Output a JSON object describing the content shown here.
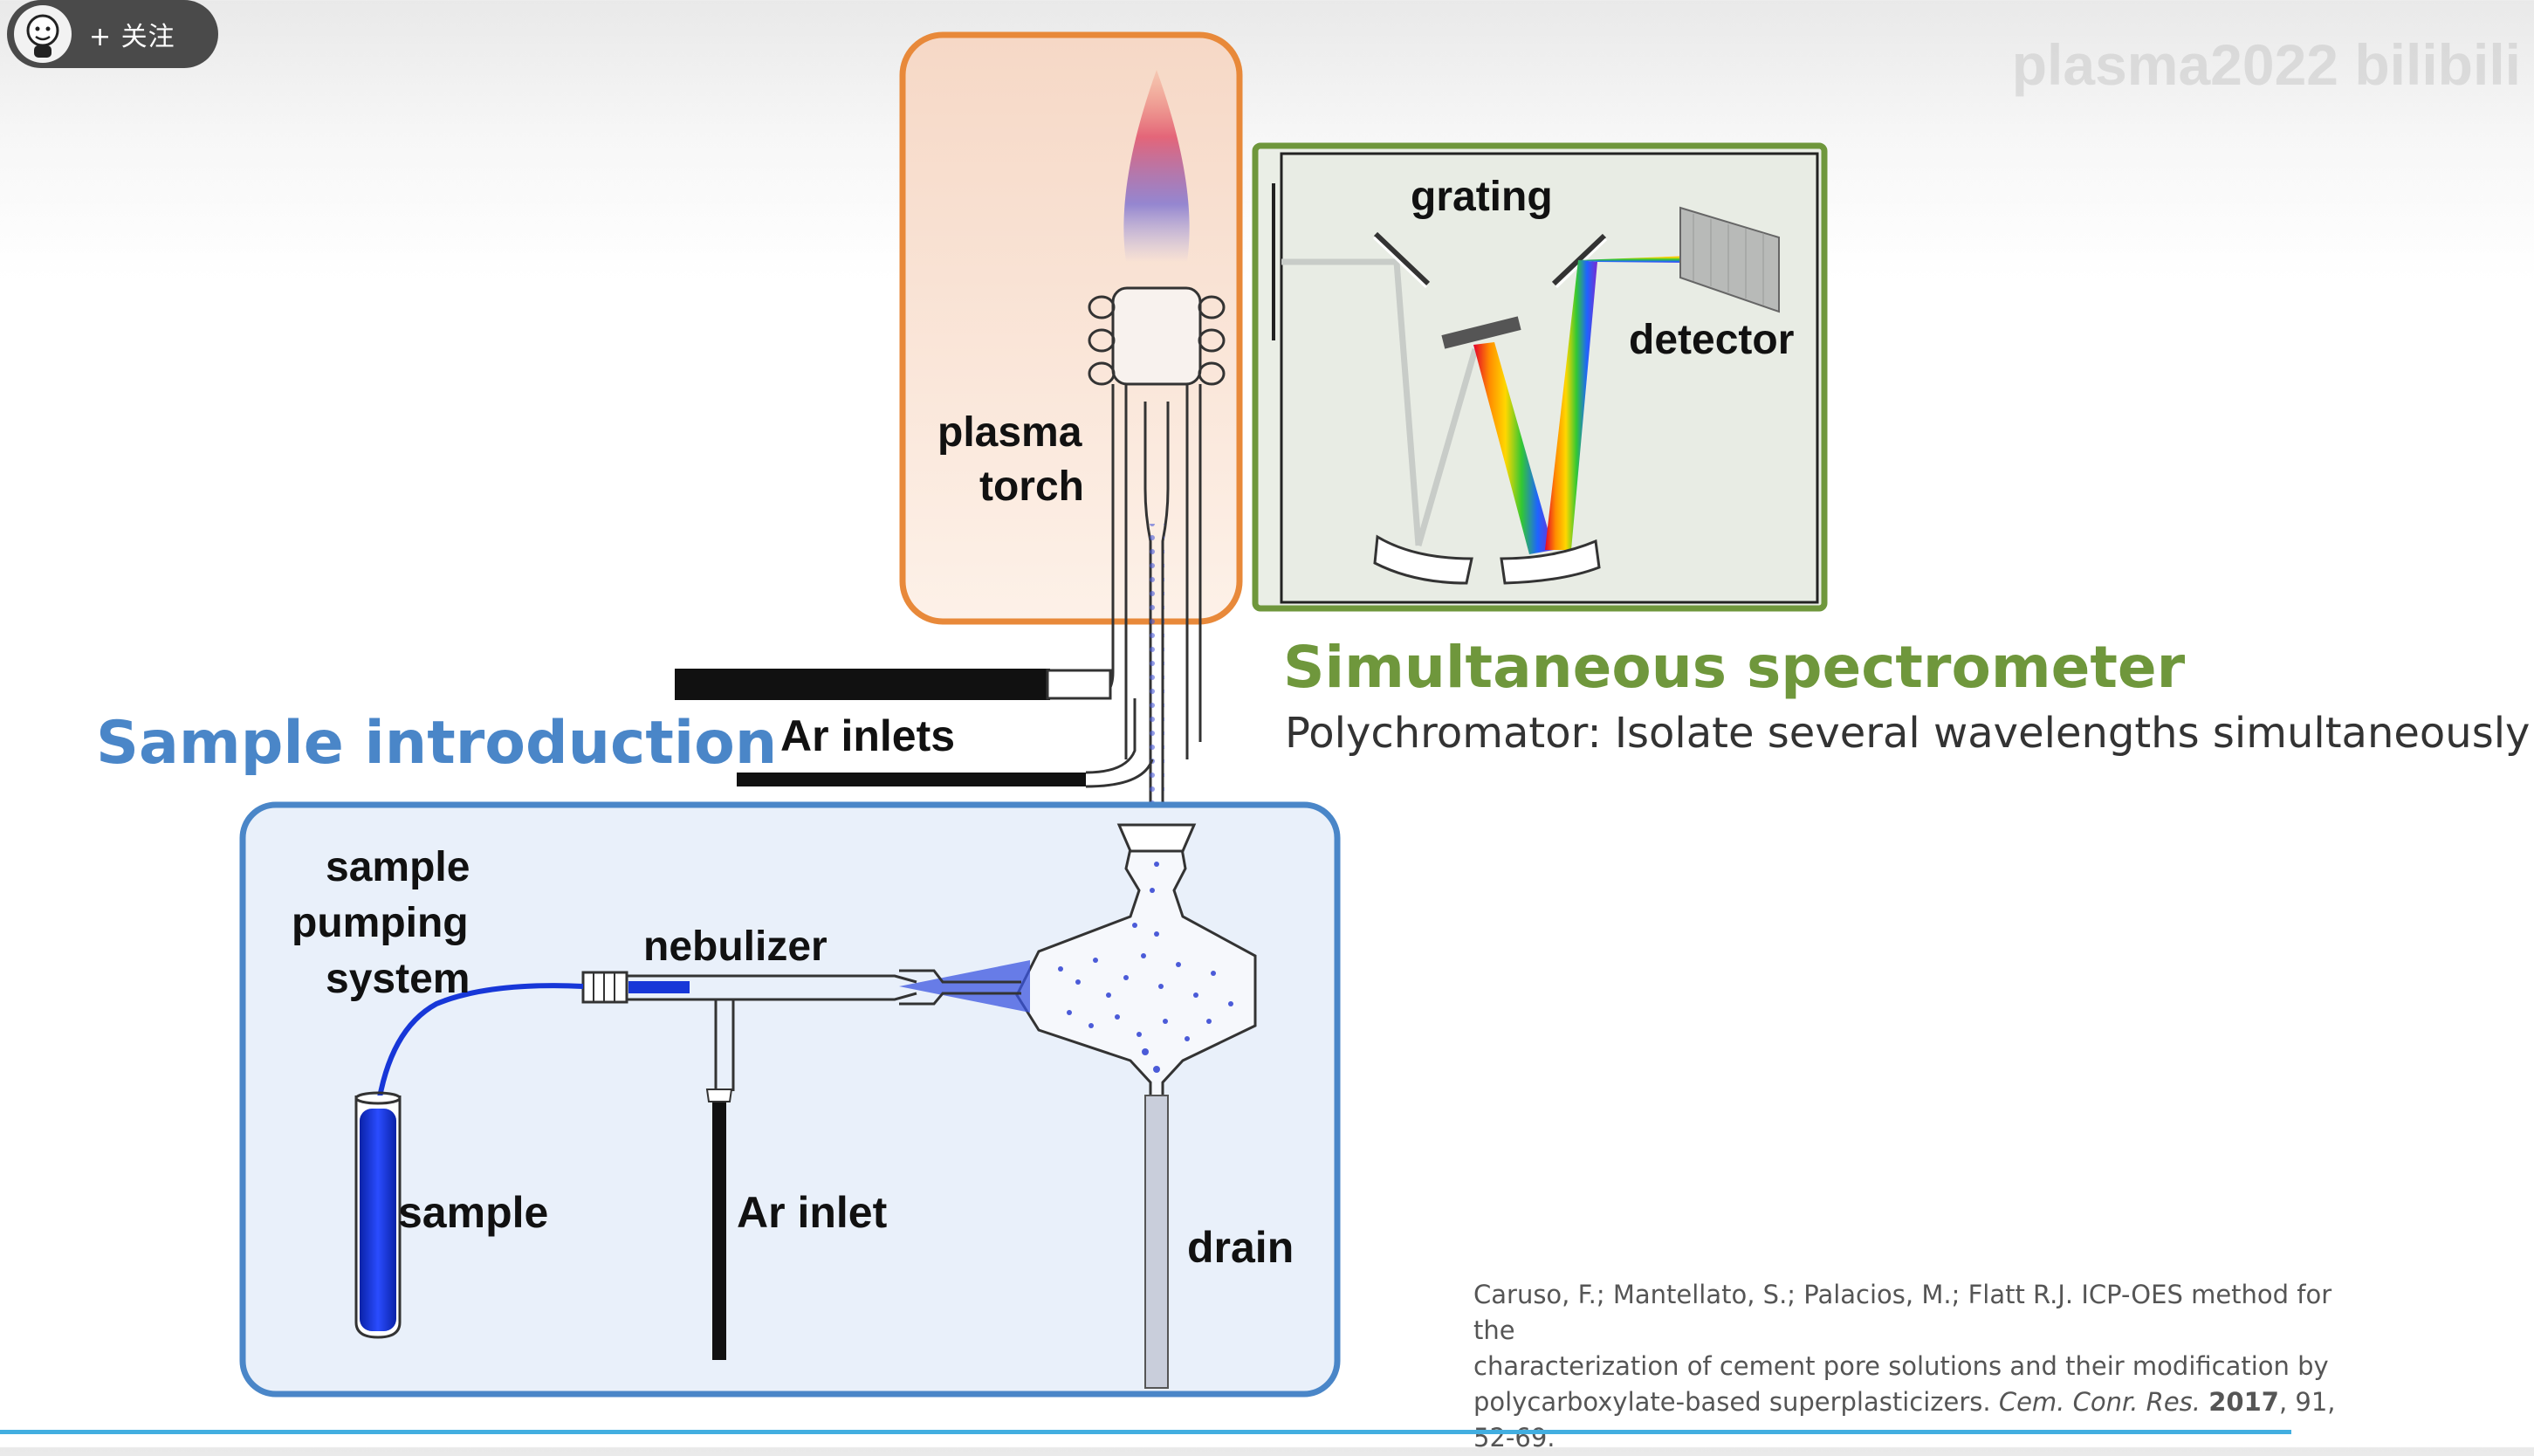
{
  "overlay": {
    "follow_label": "+ 关注",
    "watermark": "plasma2022 bilibili"
  },
  "diagram": {
    "labels": {
      "plasma": "plasma",
      "torch": "torch",
      "grating": "grating",
      "detector": "detector",
      "ar_inlets": "Ar inlets",
      "sample_pumping_1": "sample",
      "sample_pumping_2": "pumping",
      "sample_pumping_3": "system",
      "nebulizer": "nebulizer",
      "sample": "sample",
      "ar_inlet": "Ar inlet",
      "drain": "drain"
    },
    "colors": {
      "torch_box": "#e8893a",
      "spectrometer_box": "#6f973c",
      "sample_box": "#4a86c8",
      "sample_liquid": "#1737d8"
    }
  },
  "headings": {
    "sample_introduction": "Sample introduction",
    "simultaneous_spectrometer": "Simultaneous spectrometer",
    "polychromator": "Polychromator: Isolate several wavelengths simultaneously"
  },
  "citation": {
    "part1": "Caruso, F.; Mantellato, S.; Palacios, M.; Flatt R.J. ICP-OES method for the",
    "part2": "characterization of cement pore solutions and their modification by",
    "part3_plain": "polycarboxylate-based superplasticizers. ",
    "journal": "Cem. Conr. Res.",
    "year": "2017",
    "rest": ", 91, 52-69."
  }
}
